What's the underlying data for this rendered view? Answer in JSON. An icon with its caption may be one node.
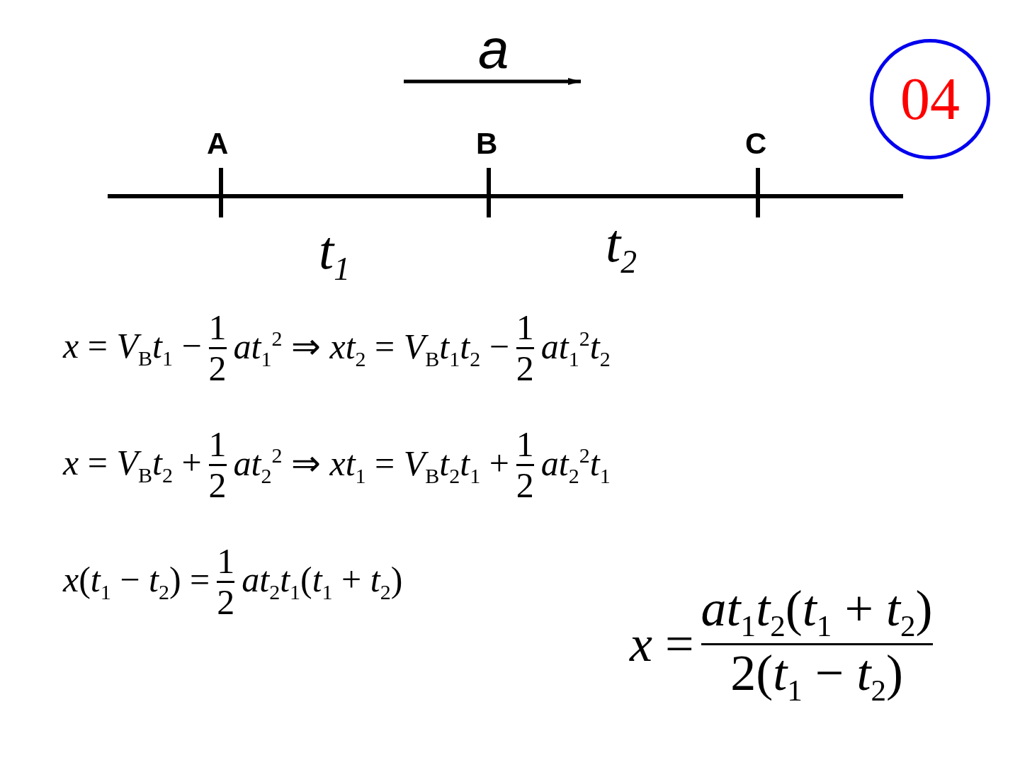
{
  "diagram": {
    "nodes": [
      {
        "text": [
          "04"
        ]
      }
    ],
    "labels": [
      "a",
      "A",
      "B",
      "C",
      "t$_{1}$",
      "t$_{2}$",
      "*x* = *V*$_{B}$*t*$_{1}$ −",
      "1",
      "2",
      "*at*$_{1}$$^{2}$ ⇒ *xt*$_{2}$ = *V*$_{B}$*t*$_{1}$*t*$_{2}$ −",
      "1",
      "2",
      "*at*$_{1}$$^{2}$*t*$_{2}$",
      "*x* = *V*$_{B}$*t*$_{2}$ +",
      "1",
      "2",
      "*at*$_{2}$$^{2}$ ⇒ *xt*$_{1}$ = *V*$_{B}$*t*$_{2}$*t*$_{1}$ +",
      "1",
      "2",
      "*at*$_{2}$$^{2}$*t*$_{1}$",
      "*x*(*t*$_{1}$ − *t*$_{2}$) =",
      "1",
      "2",
      "*at*$_{2}$*t*$_{1}$(*t*$_{1}$ + *t*$_{2}$)",
      "*x* =",
      "*at*$_{1}$*t*$_{2}$(*t*$_{1}$ + *t*$_{2}$)",
      "2(*t*$_{1}$ − *t*$_{2}$)"
    ]
  }
}
